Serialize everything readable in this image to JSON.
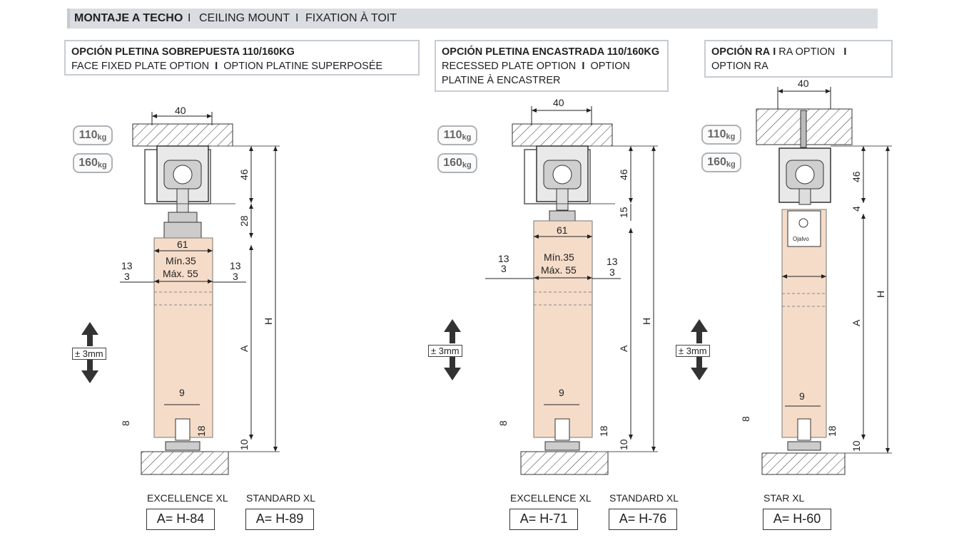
{
  "header": {
    "es": "MONTAJE A TECHO",
    "sep1": "I",
    "en": "CEILING MOUNT",
    "sep2": "I",
    "fr": "FIXATION À TOIT"
  },
  "options": [
    {
      "title_bold": "OPCIÓN PLETINA SOBREPUESTA 110/160KG",
      "line2": "FACE FIXED PLATE OPTION",
      "sep": "I",
      "line2b": "OPTION PLATINE SUPERPOSÉE"
    },
    {
      "title_bold": "OPCIÓN PLETINA ENCASTRADA 110/160KG",
      "line2": "RECESSED PLATE OPTION",
      "sep": "I",
      "line2b": "OPTION",
      "line3": "PLATINE À ENCASTRER"
    },
    {
      "title_bold": "OPCIÓN RA",
      "sep0": "I",
      "line1b": "RA OPTION",
      "sep1": "I",
      "line2": "OPTION RA"
    }
  ],
  "kg": {
    "a": "110",
    "b": "160",
    "unit": "kg"
  },
  "adjust": "± 3mm",
  "dims": {
    "d40": "40",
    "d46": "46",
    "d28": "28",
    "d15": "15",
    "d4": "4",
    "d61": "61",
    "d13": "13",
    "d3": "3",
    "d9": "9",
    "d8": "8",
    "d18": "18",
    "d10": "10",
    "H": "H",
    "A": "A",
    "min": "Mín.35",
    "max": "Máx. 55"
  },
  "models": [
    {
      "name": "EXCELLENCE XL",
      "formula": "A= H-84"
    },
    {
      "name": "STANDARD XL",
      "formula": "A= H-89"
    },
    {
      "name": "EXCELLENCE XL",
      "formula": "A= H-71"
    },
    {
      "name": "STANDARD XL",
      "formula": "A= H-76"
    },
    {
      "name": "STAR XL",
      "formula": "A= H-60"
    }
  ],
  "colors": {
    "header_bg": "#d9dde1",
    "door": "#f5dcc9",
    "box_border": "#c7ccd1"
  }
}
